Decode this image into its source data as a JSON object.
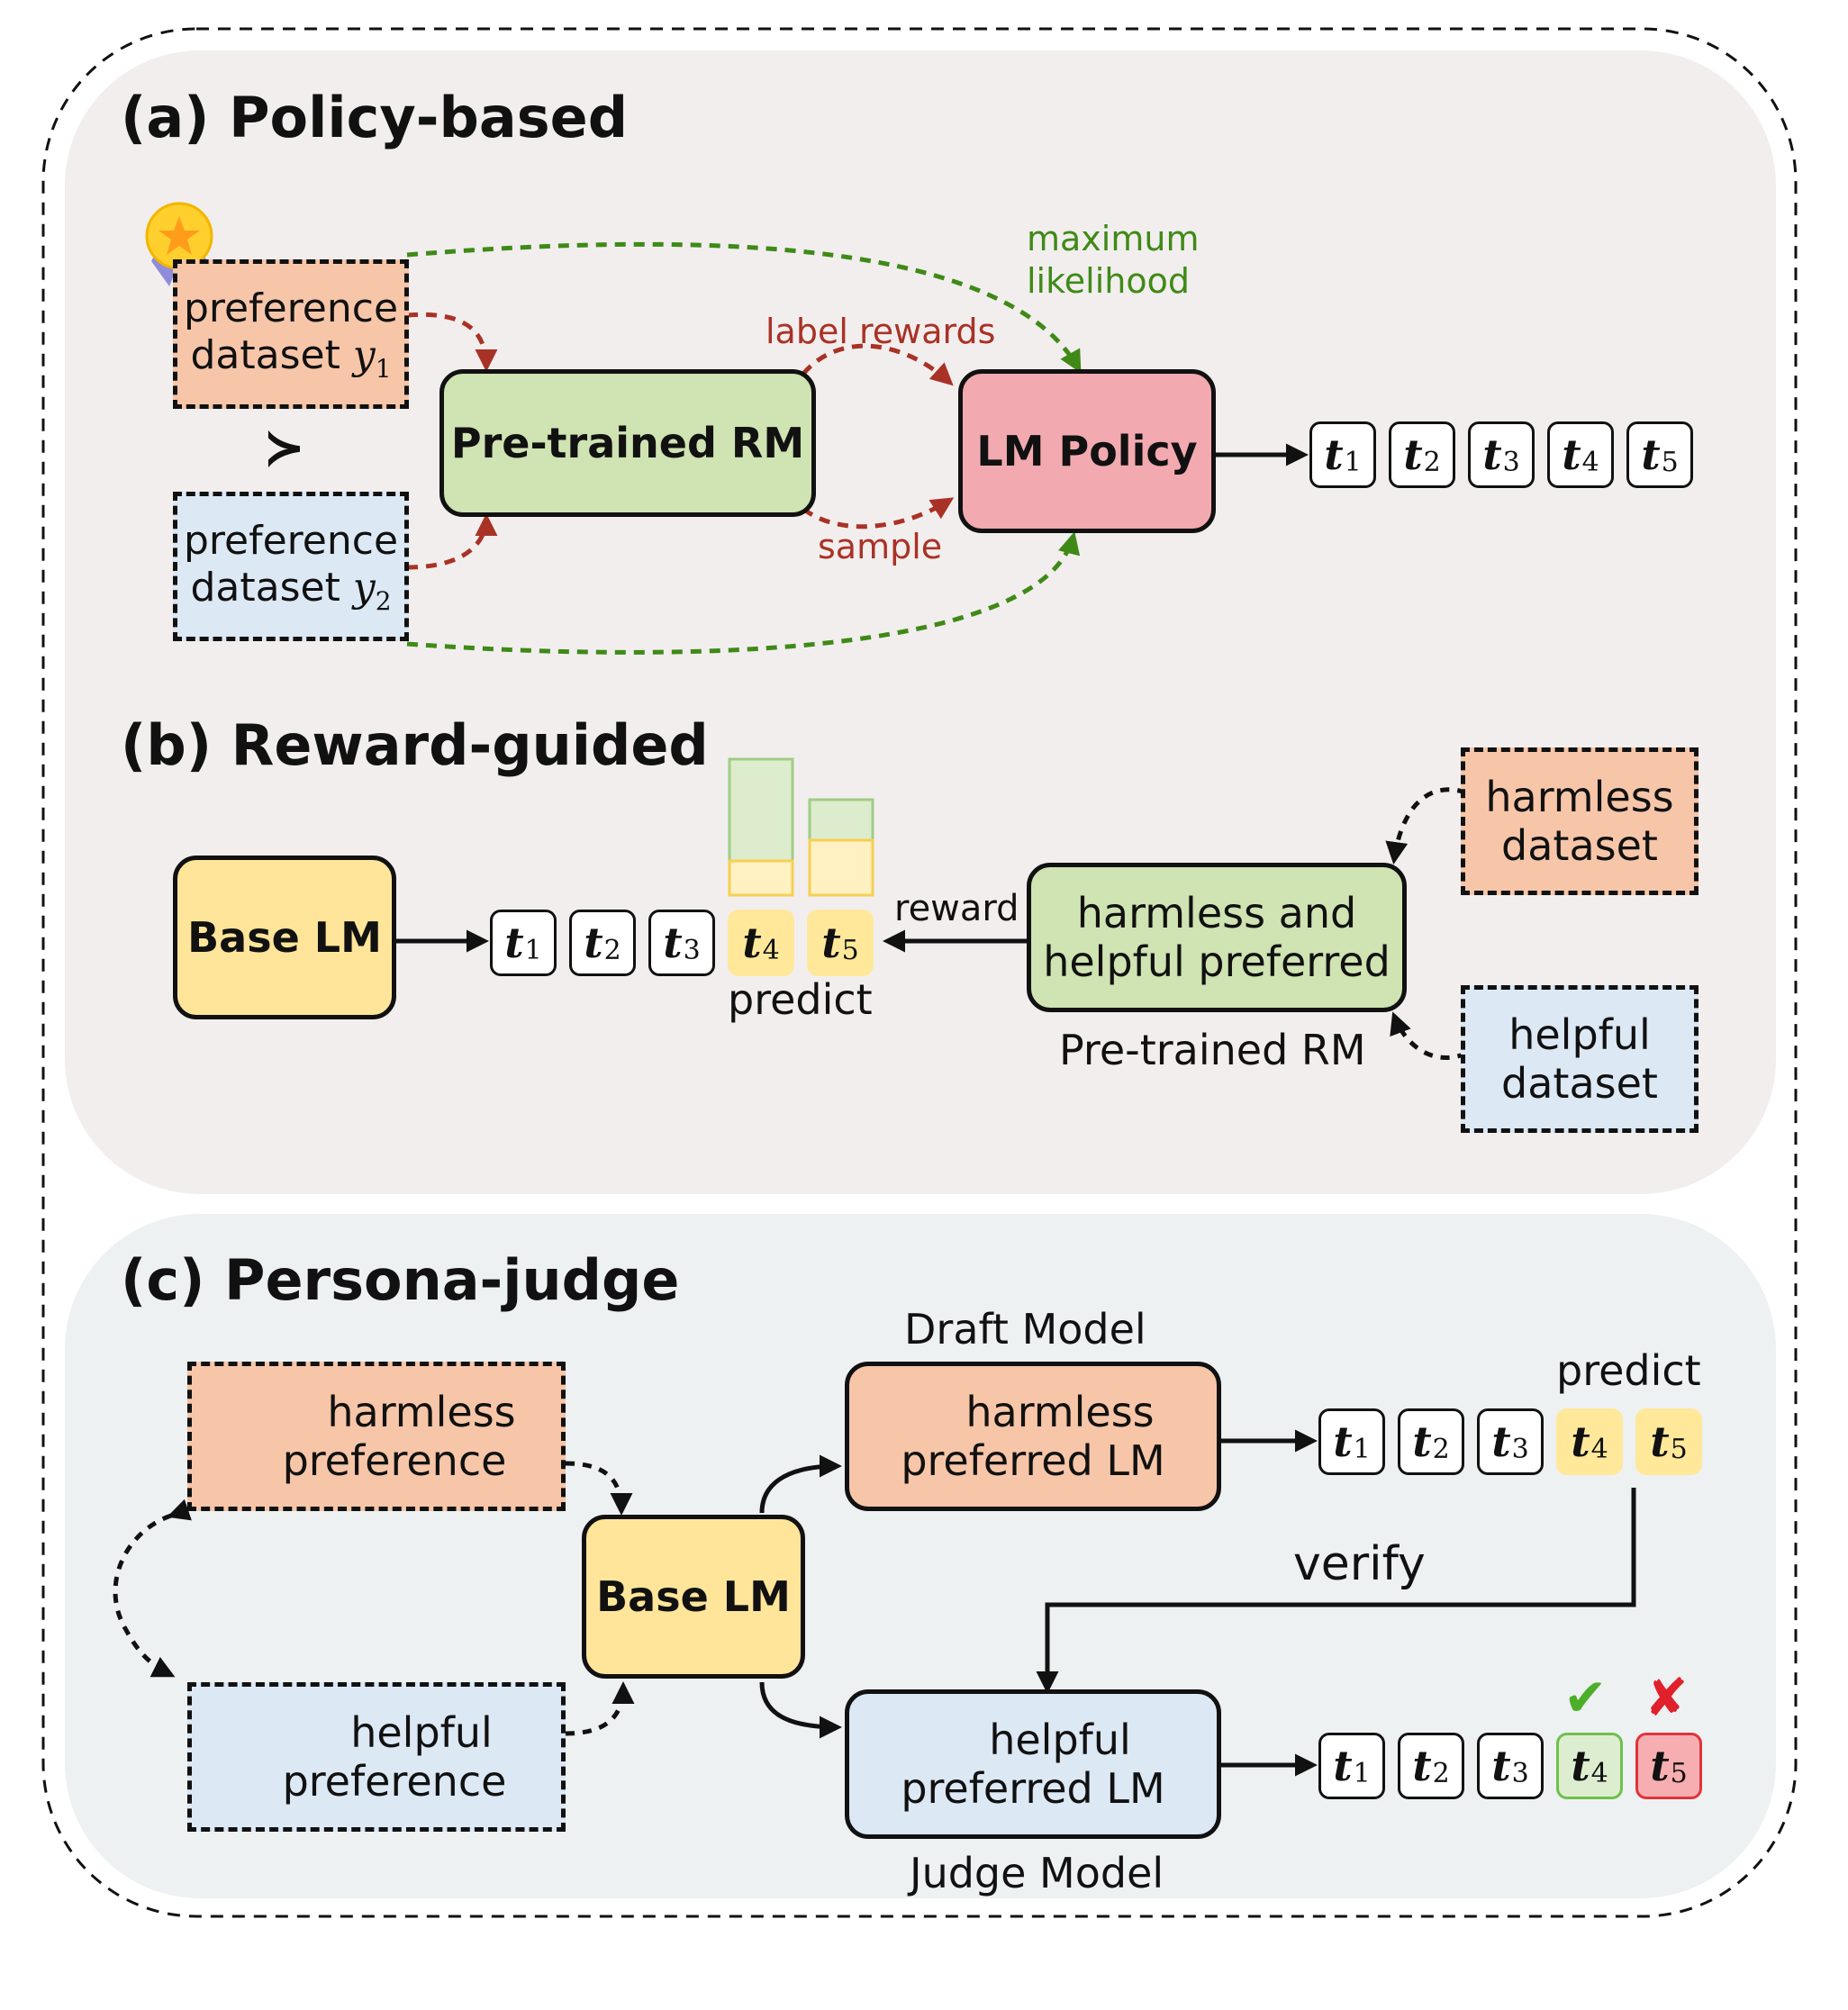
{
  "sections": {
    "a": {
      "title": "(a) Policy-based"
    },
    "b": {
      "title": "(b) Reward-guided"
    },
    "c": {
      "title": "(c) Persona-judge"
    }
  },
  "a": {
    "pref1_line1": "preference",
    "pref1_line2": "dataset ",
    "pref1_var": "y",
    "pref1_sub": "1",
    "pref2_line1": "preference",
    "pref2_line2": "dataset ",
    "pref2_var": "y",
    "pref2_sub": "2",
    "succ": "≻",
    "rm": "Pre-trained RM",
    "policy": "LM Policy",
    "label_rewards": "label rewards",
    "sample": "sample",
    "max_line1": "maximum",
    "max_line2": "likelihood",
    "tokens": [
      "1",
      "2",
      "3",
      "4",
      "5"
    ]
  },
  "b": {
    "base": "Base LM",
    "tokens": [
      "1",
      "2",
      "3",
      "4",
      "5"
    ],
    "predict": "predict",
    "reward": "reward",
    "rm_line1": "harmless and",
    "rm_line2": "helpful preferred",
    "rm_caption": "Pre-trained RM",
    "harmless_line1": "harmless",
    "harmless_line2": "dataset",
    "helpful_line1": "helpful",
    "helpful_line2": "dataset"
  },
  "c": {
    "harmless_pref_line1": "harmless",
    "harmless_pref_line2": "preference",
    "helpful_pref_line1": "helpful",
    "helpful_pref_line2": "preference",
    "base": "Base LM",
    "draft_caption": "Draft Model",
    "draft_line1": "harmless",
    "draft_line2": "preferred LM",
    "judge_line1": "helpful",
    "judge_line2": "preferred LM",
    "judge_caption": "Judge Model",
    "predict": "predict",
    "verify": "verify",
    "tokens_top": [
      "1",
      "2",
      "3",
      "4",
      "5"
    ],
    "tokens_bottom": [
      "1",
      "2",
      "3",
      "4",
      "5"
    ],
    "accept_mark": "✔",
    "reject_mark": "✘"
  },
  "colors": {
    "orange_box": "#f7c6a8",
    "blue_box": "#dce8f4",
    "green_box": "#cfe3b3",
    "pink_box": "#f2aab0",
    "yellow_box": "#ffe599",
    "panel_top": "#f2eeee",
    "panel_bottom": "#edf1f2",
    "red_arrow": "#a93226",
    "green_arrow": "#3f8a17"
  },
  "icons": {
    "medal": "medal-icon",
    "shield": "shield-icon",
    "thumbs_up": "thumbs-up-icon",
    "check": "check-icon",
    "cross": "cross-icon"
  }
}
